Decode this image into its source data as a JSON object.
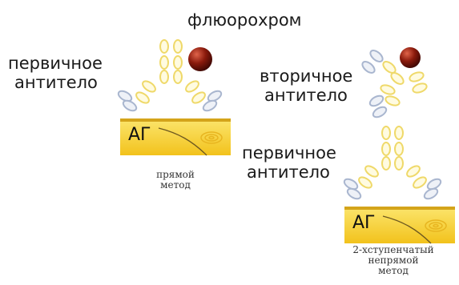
{
  "labels": {
    "fluorochrome": "флюорохром",
    "primary_antibody_1": [
      "первичное",
      "антитело"
    ],
    "secondary_antibody": [
      "вторичное",
      "антитело"
    ],
    "primary_antibody_2": [
      "первичное",
      "антитело"
    ],
    "antigen_1": "АГ",
    "antigen_2": "АГ"
  },
  "captions": {
    "direct_method": [
      "прямой",
      "метод"
    ],
    "indirect_method": [
      "2-хступенчатый",
      "непрямой",
      "метод"
    ]
  },
  "colors": {
    "antibody_yellow": "#f3e27c",
    "antibody_fill": "#fffbe0",
    "light_chain_blue": "#a9b6cf",
    "fluorochrome": "#8a1a0c",
    "antigen_layer": "#f7d43a"
  }
}
